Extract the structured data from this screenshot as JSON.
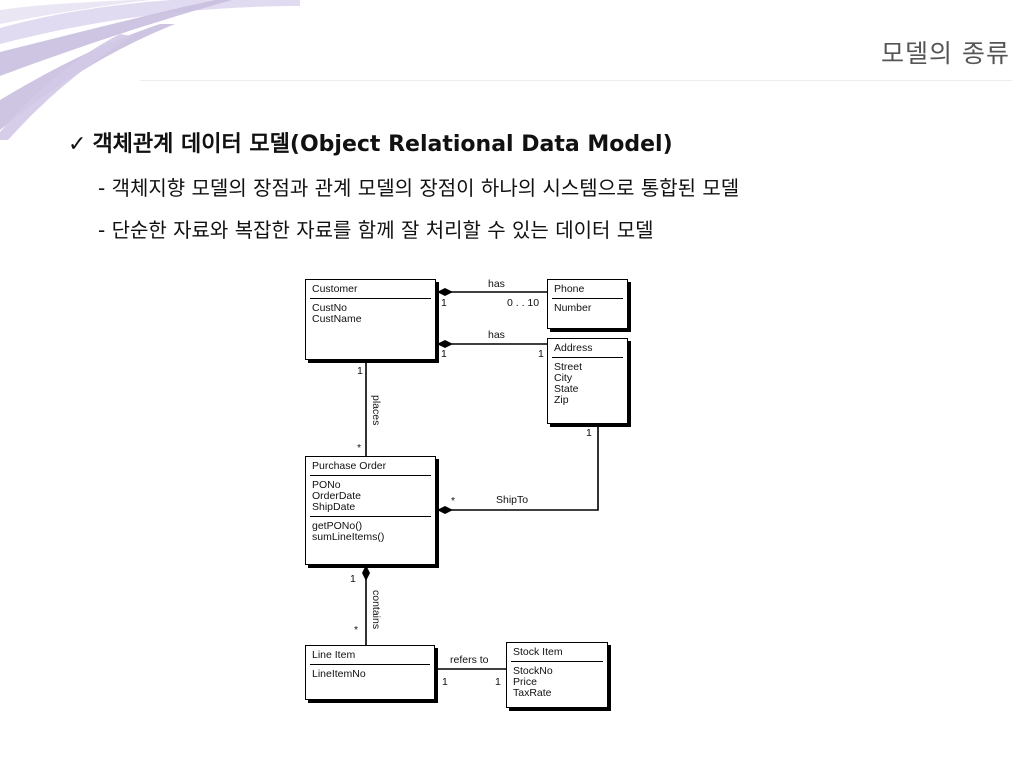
{
  "slide": {
    "title": "모델의 종류",
    "heading": {
      "check": "✓",
      "ko": "객체관계 데이터 모델",
      "en": "(Object Relational Data Model)"
    },
    "bullets": [
      "- 객체지향 모델의 장점과 관계 모델의 장점이 하나의 시스템으로 통합된 모델",
      "- 단순한 자료와 복잡한 자료를 함께 잘 처리할 수 있는 데이터 모델"
    ]
  },
  "diagram": {
    "classes": {
      "customer": {
        "name": "Customer",
        "attributes": [
          "CustNo",
          "CustName"
        ],
        "operations": []
      },
      "phone": {
        "name": "Phone",
        "attributes": [
          "Number"
        ],
        "operations": []
      },
      "address": {
        "name": "Address",
        "attributes": [
          "Street",
          "City",
          "State",
          "Zip"
        ],
        "operations": []
      },
      "purchase_order": {
        "name": "Purchase Order",
        "attributes": [
          "PONo",
          "OrderDate",
          "ShipDate"
        ],
        "operations": [
          "getPONo()",
          "sumLineItems()"
        ]
      },
      "line_item": {
        "name": "Line Item",
        "attributes": [
          "LineItemNo"
        ],
        "operations": []
      },
      "stock_item": {
        "name": "Stock Item",
        "attributes": [
          "StockNo",
          "Price",
          "TaxRate"
        ],
        "operations": []
      }
    },
    "associations": {
      "customer_phone": {
        "label": "has",
        "source_mult": "1",
        "target_mult": "0 . . 10"
      },
      "customer_address": {
        "label": "has",
        "source_mult": "1",
        "target_mult": "1"
      },
      "customer_po": {
        "label": "places",
        "source_mult": "1",
        "target_mult": "*"
      },
      "address_po": {
        "label": "ShipTo",
        "source_mult": "1",
        "target_mult": "*"
      },
      "po_lineitem": {
        "label": "contains",
        "source_mult": "1",
        "target_mult": "*"
      },
      "lineitem_stock": {
        "label": "refers to",
        "source_mult": "1",
        "target_mult": "1"
      }
    }
  },
  "colors": {
    "decoration": "#a69ac8",
    "decoration_light": "#dcd5ee",
    "title_text": "#555555",
    "line": "#000000"
  }
}
